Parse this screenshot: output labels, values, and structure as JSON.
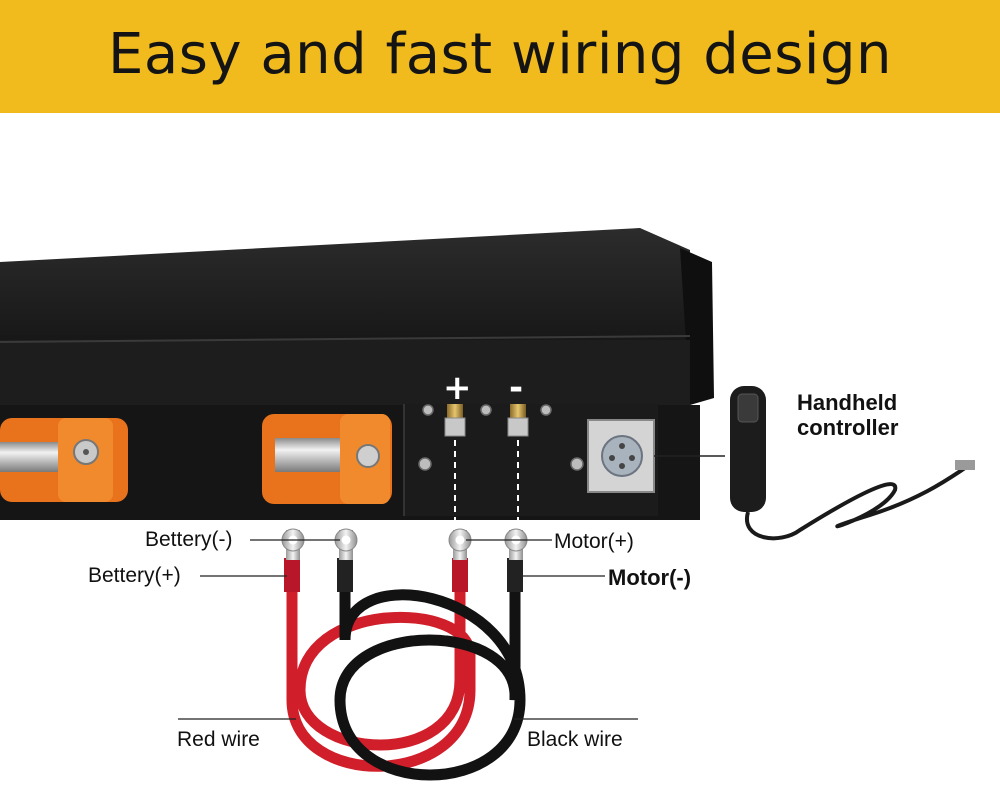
{
  "banner": {
    "title": "Easy and fast wiring design",
    "background_color": "#f1bb1e"
  },
  "terminals": {
    "positive_sign": "+",
    "negative_sign": "-"
  },
  "labels": {
    "battery_negative": "Bettery(-)",
    "battery_positive": "Bettery(+)",
    "motor_positive": "Motor(+)",
    "motor_negative": "Motor(-)",
    "handheld_controller": "Handheld controller",
    "red_wire": "Red wire",
    "black_wire": "Black wire"
  },
  "colors": {
    "housing": "#1b1b1b",
    "bracket": "#e8731c",
    "red_cable": "#d01e2a",
    "black_cable": "#121212"
  }
}
